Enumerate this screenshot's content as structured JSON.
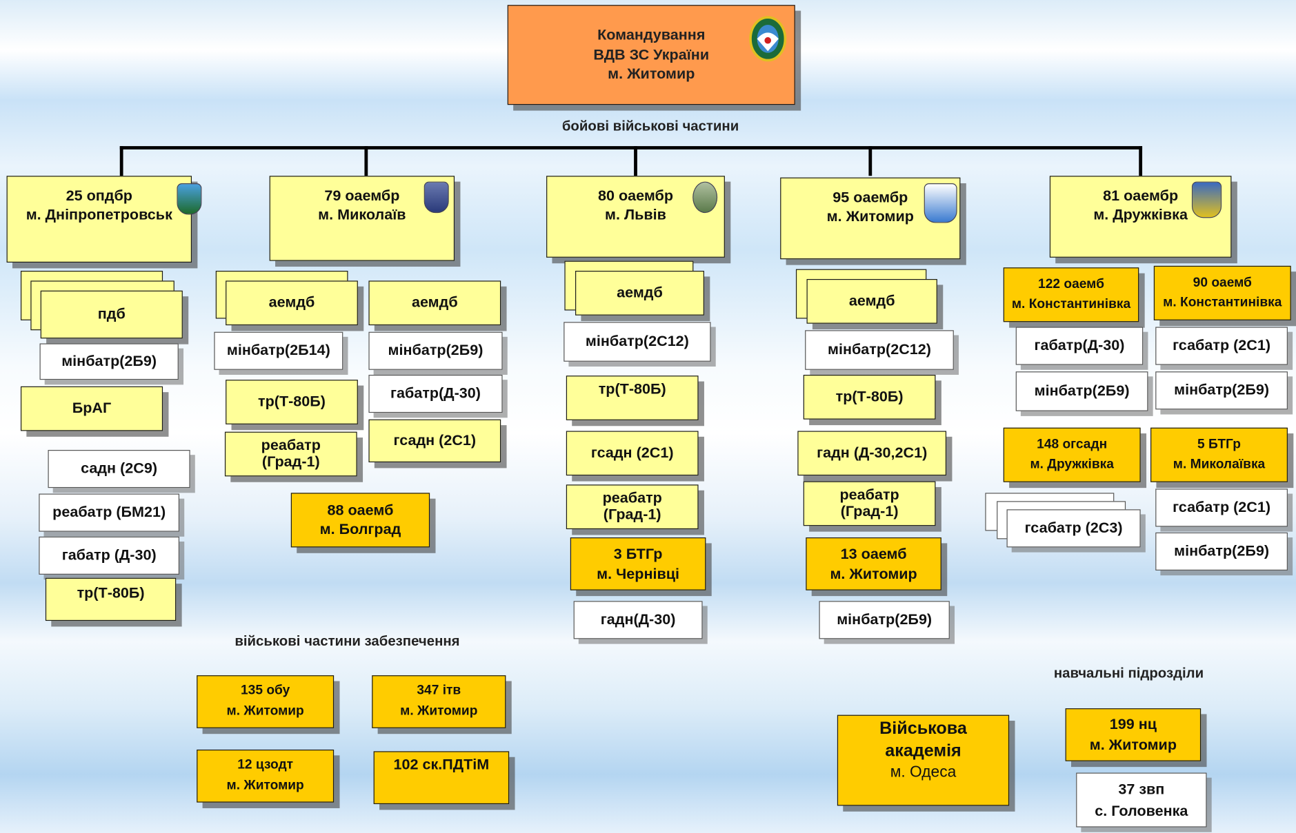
{
  "command": {
    "line1": "Командування",
    "line2": "ВДВ ЗС України",
    "line3": "м. Житомир"
  },
  "captions": {
    "combat": "бойові військові частини",
    "support": "військові частини забезпечення",
    "training": "навчальні підрозділи"
  },
  "brigades": {
    "b25": {
      "name": "25 опдбр",
      "city": "м. Дніпропетровськ"
    },
    "b79": {
      "name": "79 оаембр",
      "city": "м. Миколаїв"
    },
    "b80": {
      "name": "80 оаембр",
      "city": "м. Львів"
    },
    "b95": {
      "name": "95 оаембр",
      "city": "м. Житомир"
    },
    "b81": {
      "name": "81 оаембр",
      "city": "м. Дружківка"
    }
  },
  "units": {
    "u25": [
      "пдб",
      "мінбатр(2Б9)",
      "БрАГ",
      "садн (2С9)",
      "реабатр (БМ21)",
      "габатр (Д-30)",
      "тр(Т-80Б)"
    ],
    "u79a": [
      "аемдб",
      "мінбатр(2Б14)",
      "тр(Т-80Б)",
      "реабатр",
      "(Град-1)"
    ],
    "u79b": [
      "аемдб",
      "мінбатр(2Б9)",
      "габатр(Д-30)",
      "гсадн (2С1)"
    ],
    "u79c": {
      "name": "88 оаемб",
      "city": "м. Болград"
    },
    "u80": [
      "аемдб",
      "мінбатр(2С12)",
      "тр(Т-80Б)",
      "гсадн (2С1)",
      "реабатр",
      "(Град-1)",
      "гадн(Д-30)"
    ],
    "u80c": {
      "name": "3 БТГр",
      "city": "м. Чернівці"
    },
    "u95": [
      "аемдб",
      "мінбатр(2С12)",
      "тр(Т-80Б)",
      "гадн (Д-30,2С1)",
      "реабатр",
      "(Град-1)",
      "мінбатр(2Б9)"
    ],
    "u95c": {
      "name": "13 оаемб",
      "city": "м. Житомир"
    },
    "u81a": {
      "name": "122 оаемб",
      "city": "м. Константинівка",
      "items": [
        "габатр(Д-30)",
        "мінбатр(2Б9)"
      ]
    },
    "u81b": {
      "name": "90 оаемб",
      "city": "м. Константинівка",
      "items": [
        "гсабатр (2С1)",
        "мінбатр(2Б9)"
      ]
    },
    "u81c": {
      "name": "148 огсадн",
      "city": "м. Дружківка",
      "items": [
        "гсабатр (2С3)"
      ]
    },
    "u81d": {
      "name": "5 БТГр",
      "city": "м. Миколаївка",
      "items": [
        "гсабатр (2С1)",
        "мінбатр(2Б9)"
      ]
    }
  },
  "support": {
    "s1": {
      "name": "135 обу",
      "city": "м. Житомир"
    },
    "s2": {
      "name": "347 ітв",
      "city": "м. Житомир"
    },
    "s3": {
      "name": "12 цзодт",
      "city": "м. Житомир"
    },
    "s4": {
      "name": "102 ск.ПДТіМ"
    }
  },
  "academy": {
    "line1": "Військова",
    "line2": "академія",
    "city": "м. Одеса"
  },
  "training": {
    "t1": {
      "name": "199 нц",
      "city": "м. Житомир"
    },
    "t2": {
      "name": "37 звп",
      "city": "с. Головенка"
    }
  },
  "colors": {
    "command": "#ff9a4d",
    "brigade": "#ffff99",
    "unit_gold": "#ffcc00",
    "unit_white": "#ffffff"
  },
  "icons": [
    "airborne-command-emblem-icon",
    "brigade-emblem-icon"
  ]
}
